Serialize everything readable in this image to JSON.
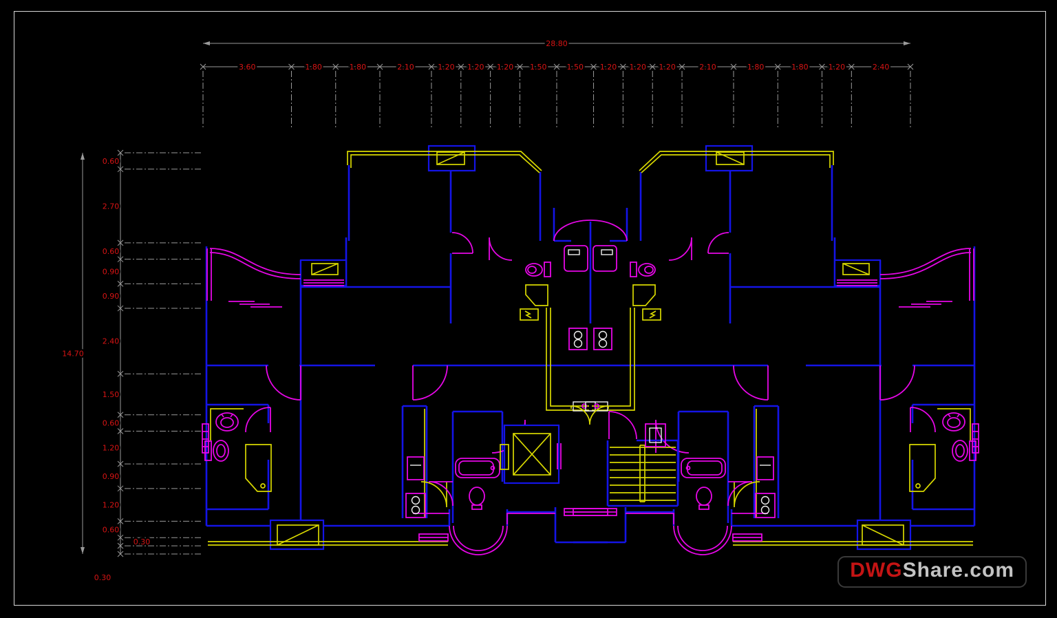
{
  "canvas": {
    "background": "#000000",
    "border_color": "#d9d9d9"
  },
  "colors": {
    "walls": "#1414e6",
    "fixtures": "#e607e6",
    "details": "#d8d800",
    "dimension_lines": "#9a9a9a",
    "dimension_text": "#d81414"
  },
  "dimensions": {
    "top": {
      "total_label": "28.80",
      "total": 28.8,
      "labels": [
        "3.60",
        "1.80",
        "1.80",
        "2.10",
        "1.20",
        "1.20",
        "1.20",
        "1.50",
        "1.50",
        "1.20",
        "1.20",
        "1.20",
        "2.10",
        "1.80",
        "1.80",
        "1.20",
        "2.40"
      ]
    },
    "left": {
      "total_label": "14.70",
      "total": 14.7,
      "labels": [
        "0.60",
        "2.70",
        "0.60",
        "0.90",
        "0.90",
        "2.40",
        "1.50",
        "0.60",
        "1.20",
        "0.90",
        "1.20",
        "0.60",
        "0.30",
        "0.30"
      ]
    }
  },
  "plan": {
    "features": [
      "exterior-walls",
      "balcony-rails",
      "window-symbols",
      "door-swings",
      "staircase",
      "elevator",
      "kitchen-counters",
      "stoves",
      "toilets",
      "sinks",
      "showers",
      "bathtubs",
      "bay-windows"
    ]
  },
  "watermark": {
    "prefix": "DWG",
    "suffix": "Share.com",
    "prefix_color": "#c41414",
    "suffix_color": "#c3c3c3"
  }
}
